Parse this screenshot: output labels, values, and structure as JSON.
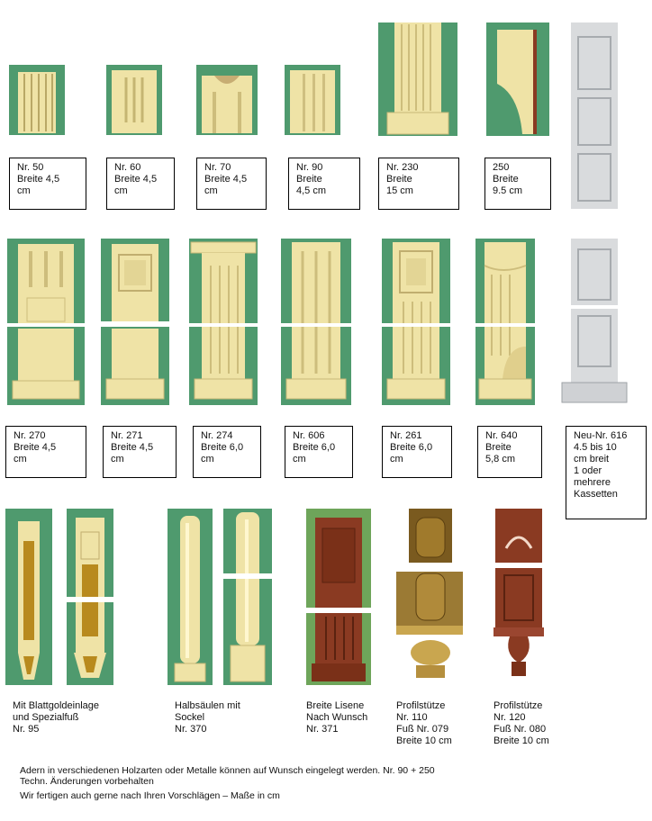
{
  "row1": [
    {
      "label": "Nr. 50\nBreite 4,5\ncm"
    },
    {
      "label": "Nr. 60\nBreite 4,5\ncm"
    },
    {
      "label": "Nr. 70\nBreite 4,5\ncm"
    },
    {
      "label": "Nr. 90\nBreite\n4,5 cm"
    },
    {
      "label": "Nr. 230\nBreite\n15 cm"
    },
    {
      "label": "250\nBreite\n9.5 cm"
    }
  ],
  "row2": [
    {
      "label": "Nr. 270\nBreite 4,5\ncm"
    },
    {
      "label": "Nr. 271\nBreite 4,5\ncm"
    },
    {
      "label": "Nr. 274\nBreite 6,0\ncm"
    },
    {
      "label": "Nr. 606\nBreite 6,0\ncm"
    },
    {
      "label": "Nr. 261\nBreite 6,0\ncm"
    },
    {
      "label": "Nr. 640\nBreite\n5,8 cm"
    },
    {
      "label": "Neu-Nr. 616\n4.5 bis 10\ncm breit\n1 oder\nmehrere\nKassetten"
    }
  ],
  "row3": [
    {
      "label": "Mit Blattgoldeinlage\nund Spezialfuß\nNr. 95"
    },
    {
      "label": "Halbsäulen mit\nSockel\nNr. 370"
    },
    {
      "label": "Breite Lisene\nNach Wunsch\nNr. 371"
    },
    {
      "label": "Profilstütze\nNr. 110\nFuß Nr. 079\nBreite 10 cm"
    },
    {
      "label": "Profilstütze\nNr. 120\nFuß Nr. 080\nBreite 10 cm"
    }
  ],
  "notes": {
    "line1": "Adern in verschiedenen  Holzarten  oder  Metalle können  auf Wunsch eingelegt werden.  Nr. 90  + 250",
    "line2": "Techn. Änderungen  vorbehalten",
    "line3": "Wir fertigen auch gerne nach Ihren Vorschlägen – Maße in cm"
  },
  "colors": {
    "background_green": "#4f9a6e",
    "cream": "#efe3a6",
    "wood": "#8a3a22",
    "gray_panel": "#d9dbdd"
  }
}
